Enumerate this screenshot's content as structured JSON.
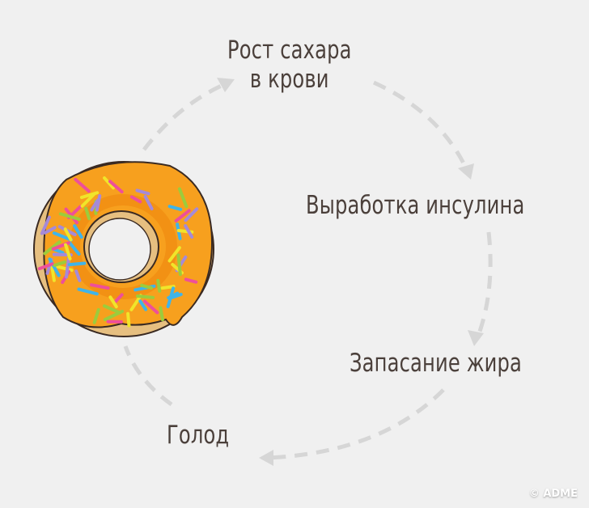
{
  "steps": [
    {
      "label_line1": "Рост сахара",
      "label_line2": "в крови"
    },
    {
      "label": "Выработка инсулина"
    },
    {
      "label": "Запасание жира"
    },
    {
      "label": "Голод"
    }
  ],
  "watermark": "© ADME",
  "colors": {
    "text": "#4b403b",
    "arrow": "#d6d6d6",
    "glaze": "#f7a01e",
    "dough": "#e9c283",
    "background": "#f0f0f0"
  }
}
